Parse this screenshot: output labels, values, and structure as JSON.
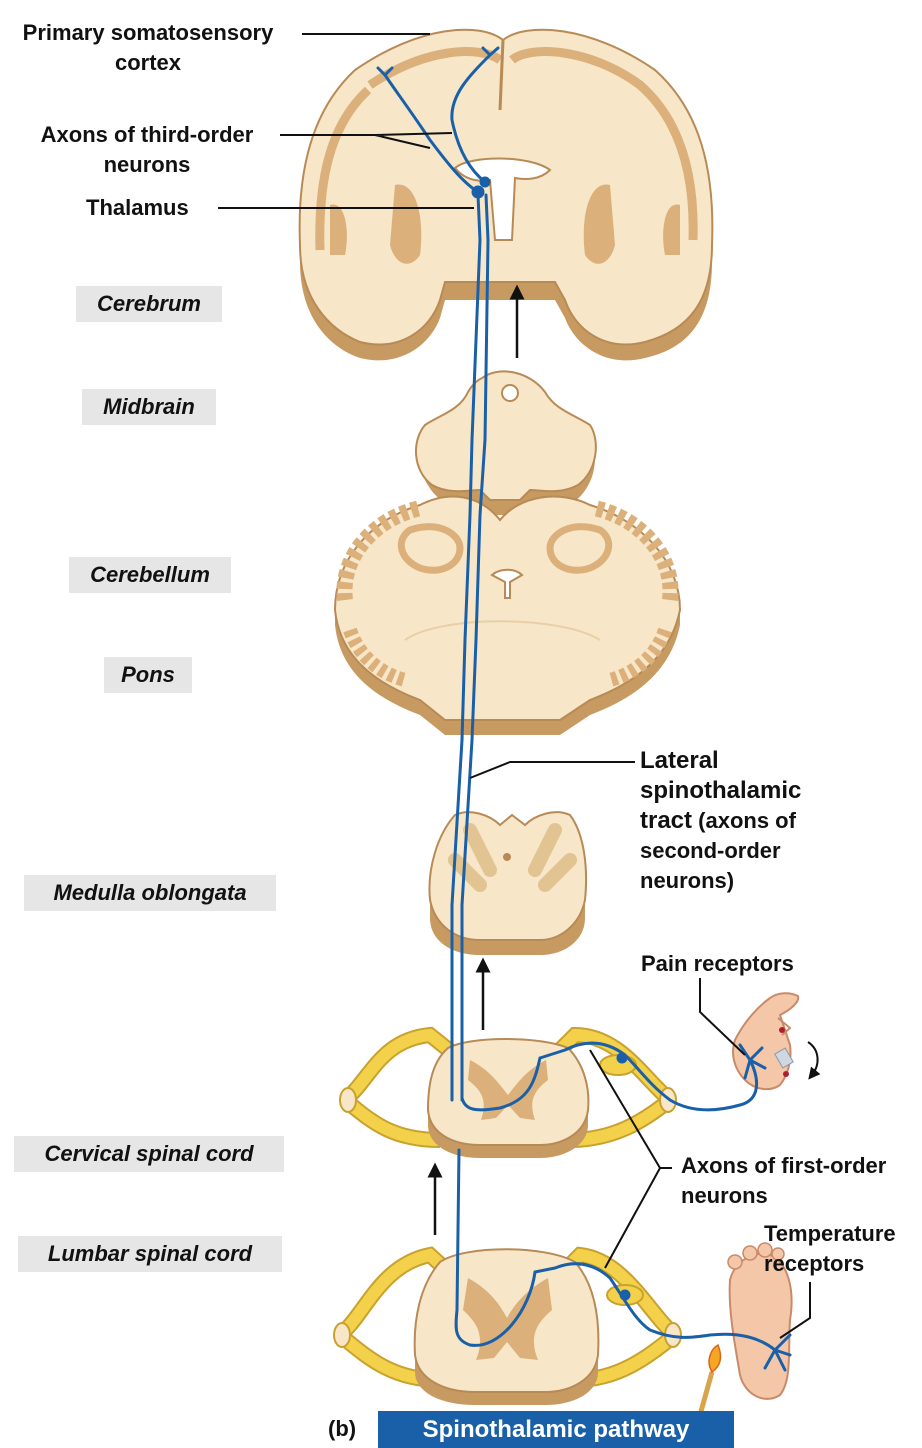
{
  "labels": {
    "primary_cortex_1": "Primary somatosensory",
    "primary_cortex_2": "cortex",
    "third_order_1": "Axons of third-order",
    "third_order_2": "neurons",
    "thalamus": "Thalamus",
    "lateral_1": "Lateral",
    "lateral_2": "spinothalamic",
    "lateral_3a": "tract",
    "lateral_3b": " (axons of",
    "lateral_4": "second-order",
    "lateral_5": "neurons)",
    "pain_receptors": "Pain receptors",
    "first_order_1": "Axons of first-order",
    "first_order_2": "neurons",
    "temperature_1": "Temperature",
    "temperature_2": "receptors"
  },
  "regions": {
    "cerebrum": "Cerebrum",
    "midbrain": "Midbrain",
    "cerebellum": "Cerebellum",
    "pons": "Pons",
    "medulla": "Medulla oblongata",
    "cervical": "Cervical spinal cord",
    "lumbar": "Lumbar spinal cord"
  },
  "caption": {
    "letter": "(b)",
    "title": "Spinothalamic pathway"
  },
  "colors": {
    "tissue_light": "#f7e6c8",
    "tissue_dark": "#dcb07a",
    "tissue_edge": "#b88a55",
    "neuron_blue": "#1a60a8",
    "nerve_yellow": "#f3d14a",
    "caption_bg": "#1a60a8",
    "label_box_bg": "#e6e6e6"
  }
}
